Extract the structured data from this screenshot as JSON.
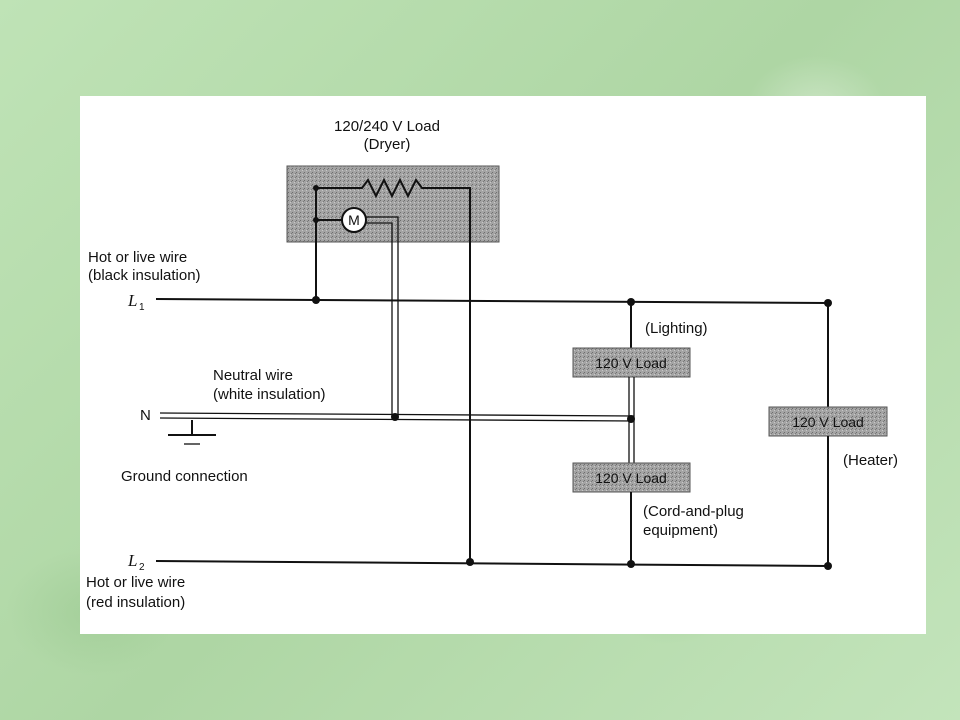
{
  "diagram": {
    "dryer_label_line1": "120/240 V Load",
    "dryer_label_line2": "(Dryer)",
    "motor_symbol": "M",
    "hot_l1_line1": "Hot or live wire",
    "hot_l1_line2": "(black insulation)",
    "l1_letter": "L",
    "l1_sub": "1",
    "neutral_line1": "Neutral wire",
    "neutral_line2": "(white insulation)",
    "neutral_letter": "N",
    "ground_label": "Ground connection",
    "l2_letter": "L",
    "l2_sub": "2",
    "hot_l2_line1": "Hot or live wire",
    "hot_l2_line2": "(red insulation)",
    "lighting_label": "(Lighting)",
    "load_lighting": "120 V Load",
    "load_cord": "120 V Load",
    "cord_line1": "(Cord-and-plug",
    "cord_line2": "equipment)",
    "load_heater": "120 V Load",
    "heater_label": "(Heater)"
  },
  "colors": {
    "slide_background": "#b9ddb0",
    "panel": "#ffffff",
    "load_box_fill": "#9a9a9a",
    "ink": "#111111"
  }
}
